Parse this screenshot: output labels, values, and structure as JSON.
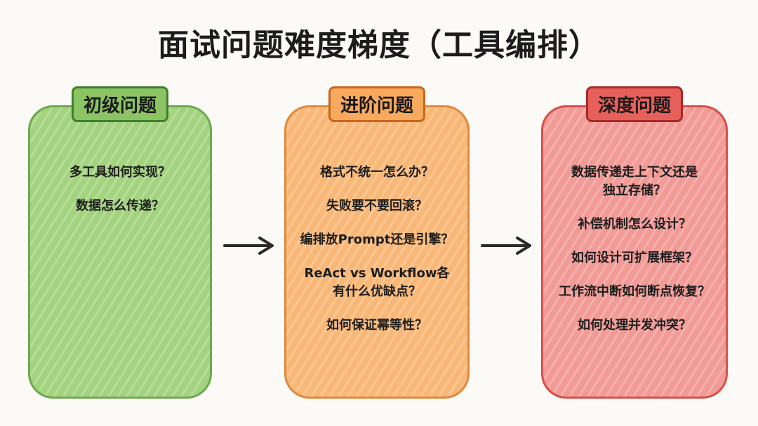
{
  "title": "面试问题难度梯度（工具编排）",
  "columns": [
    {
      "label": "初级问题",
      "items": [
        "多工具如何实现？",
        "数据怎么传递？"
      ]
    },
    {
      "label": "进阶问题",
      "items": [
        "格式不统一怎么办？",
        "失败要不要回滚？",
        "编排放Prompt还是引擎？",
        "ReAct vs Workflow各\n有什么优缺点？",
        "如何保证幂等性？"
      ]
    },
    {
      "label": "深度问题",
      "items": [
        "数据传递走上下文还是\n独立存储？",
        "补偿机制怎么设计？",
        "如何设计可扩展框架？",
        "工作流中断如何断点恢复？",
        "如何处理并发冲突？"
      ]
    }
  ],
  "colors": {
    "green": "#a3d37f",
    "orange": "#f9b877",
    "red": "#f19a96"
  }
}
